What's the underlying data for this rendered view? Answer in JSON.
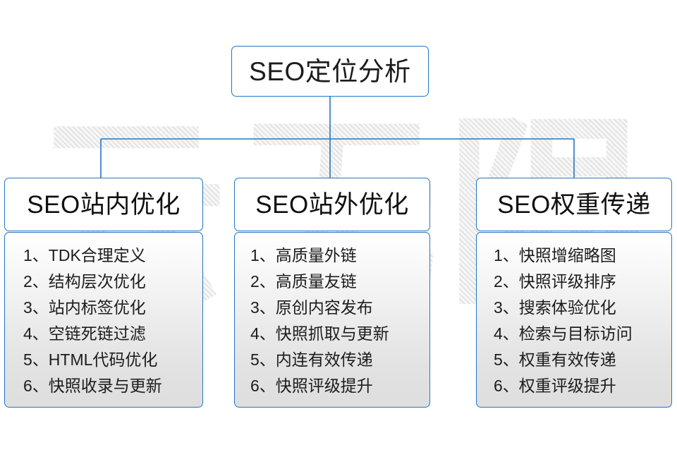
{
  "diagram": {
    "type": "org-tree",
    "root": {
      "title": "SEO定位分析"
    },
    "colors": {
      "border": "#2276c4",
      "connector": "#2276c4",
      "text": "#1c1c1c",
      "body_gradient_top": "#ffffff",
      "body_gradient_bottom": "#dedede",
      "watermark": "#e3e3e3"
    },
    "watermark": {
      "text": "云无限"
    },
    "columns": [
      {
        "id": "onsite",
        "header": "SEO站内优化",
        "items": [
          {
            "index": "1、",
            "label": "TDK合理定义"
          },
          {
            "index": "2、",
            "label": "结构层次优化"
          },
          {
            "index": "3、",
            "label": "站内标签优化"
          },
          {
            "index": "4、",
            "label": "空链死链过滤"
          },
          {
            "index": "5、",
            "label": "HTML代码优化"
          },
          {
            "index": "6、",
            "label": "快照收录与更新"
          }
        ]
      },
      {
        "id": "offsite",
        "header": "SEO站外优化",
        "items": [
          {
            "index": "1、",
            "label": "高质量外链"
          },
          {
            "index": "2、",
            "label": "高质量友链"
          },
          {
            "index": "3、",
            "label": "原创内容发布"
          },
          {
            "index": "4、",
            "label": "快照抓取与更新"
          },
          {
            "index": "5、",
            "label": "内连有效传递"
          },
          {
            "index": "6、",
            "label": "快照评级提升"
          }
        ]
      },
      {
        "id": "weight",
        "header": "SEO权重传递",
        "items": [
          {
            "index": "1、",
            "label": "快照增缩略图"
          },
          {
            "index": "2、",
            "label": "快照评级排序"
          },
          {
            "index": "3、",
            "label": "搜索体验优化"
          },
          {
            "index": "4、",
            "label": "检索与目标访问"
          },
          {
            "index": "5、",
            "label": "权重有效传递"
          },
          {
            "index": "6、",
            "label": "权重评级提升"
          }
        ]
      }
    ]
  }
}
